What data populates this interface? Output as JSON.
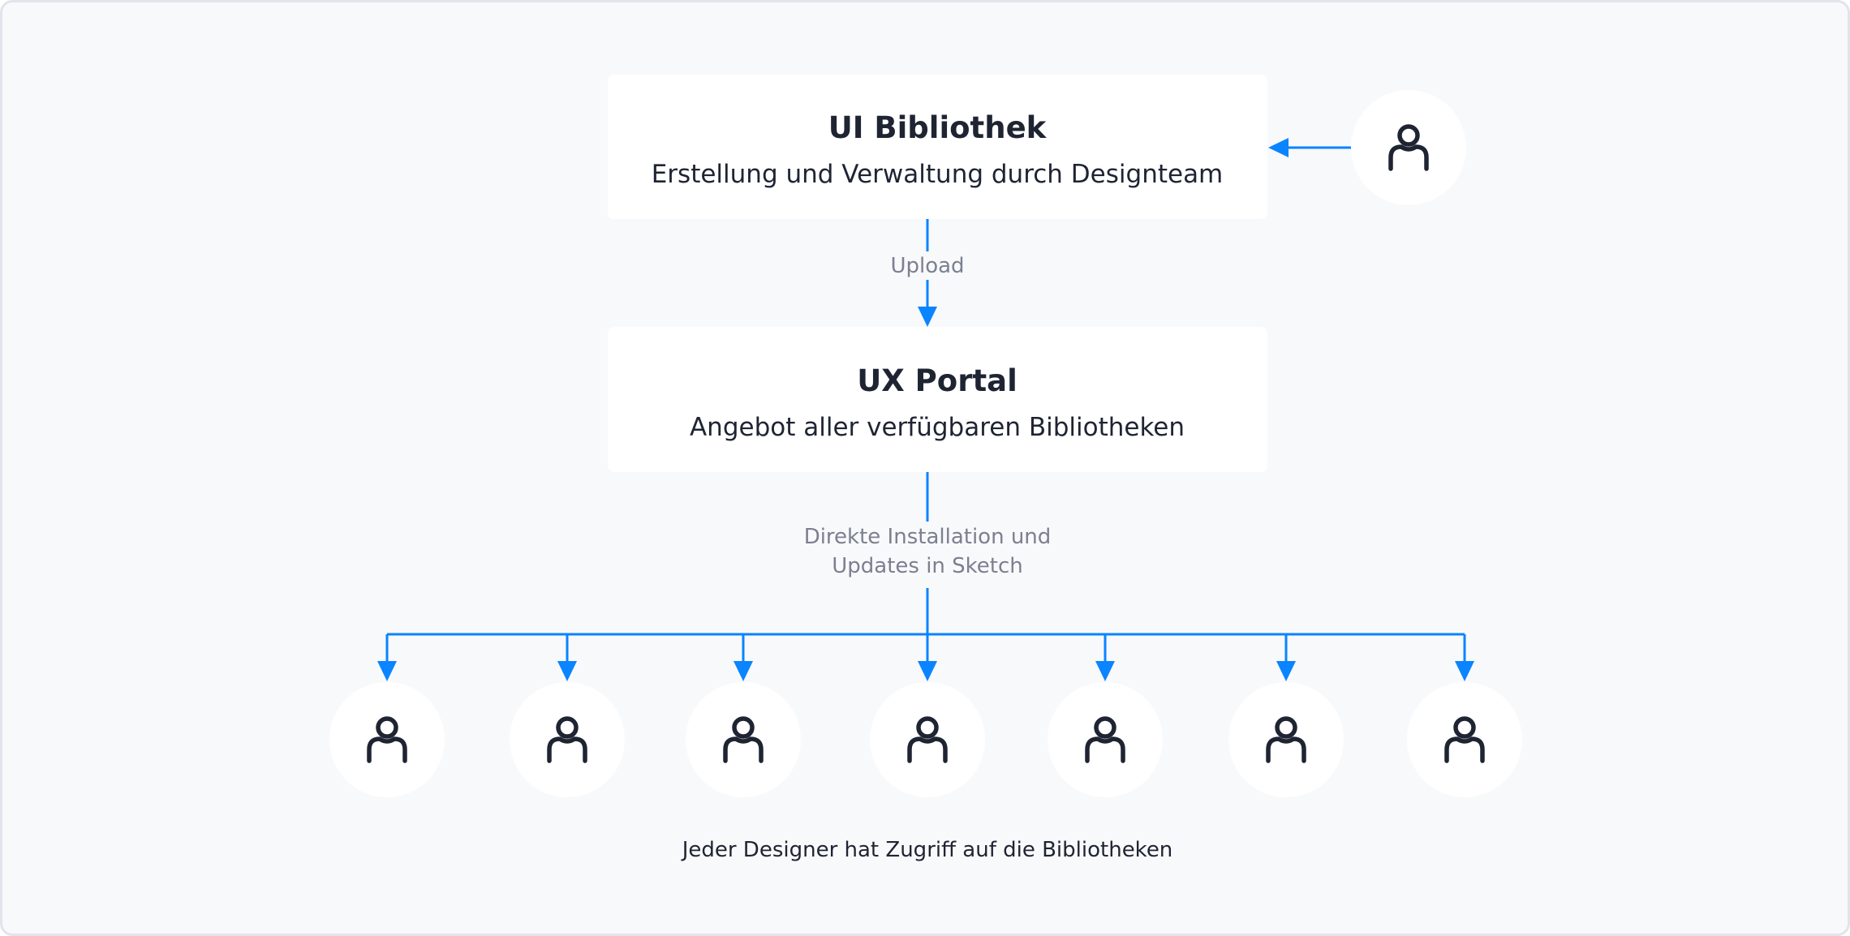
{
  "colors": {
    "accent": "#0a84ff",
    "text": "#1f2433",
    "muted": "#7b8091",
    "background": "#f8f9fb",
    "card": "#ffffff"
  },
  "ui_library": {
    "title": "UI Bibliothek",
    "subtitle": "Erstellung und Verwaltung durch Designteam"
  },
  "upload_label": "Upload",
  "ux_portal": {
    "title": "UX Portal",
    "subtitle": "Angebot aller verfügbaren Bibliotheken"
  },
  "install_label": [
    "Direkte Installation und",
    "Updates in Sketch"
  ],
  "designer_count": 7,
  "designer_icon": "person-icon",
  "footer": "Jeder Designer hat Zugriff auf die Bibliotheken"
}
